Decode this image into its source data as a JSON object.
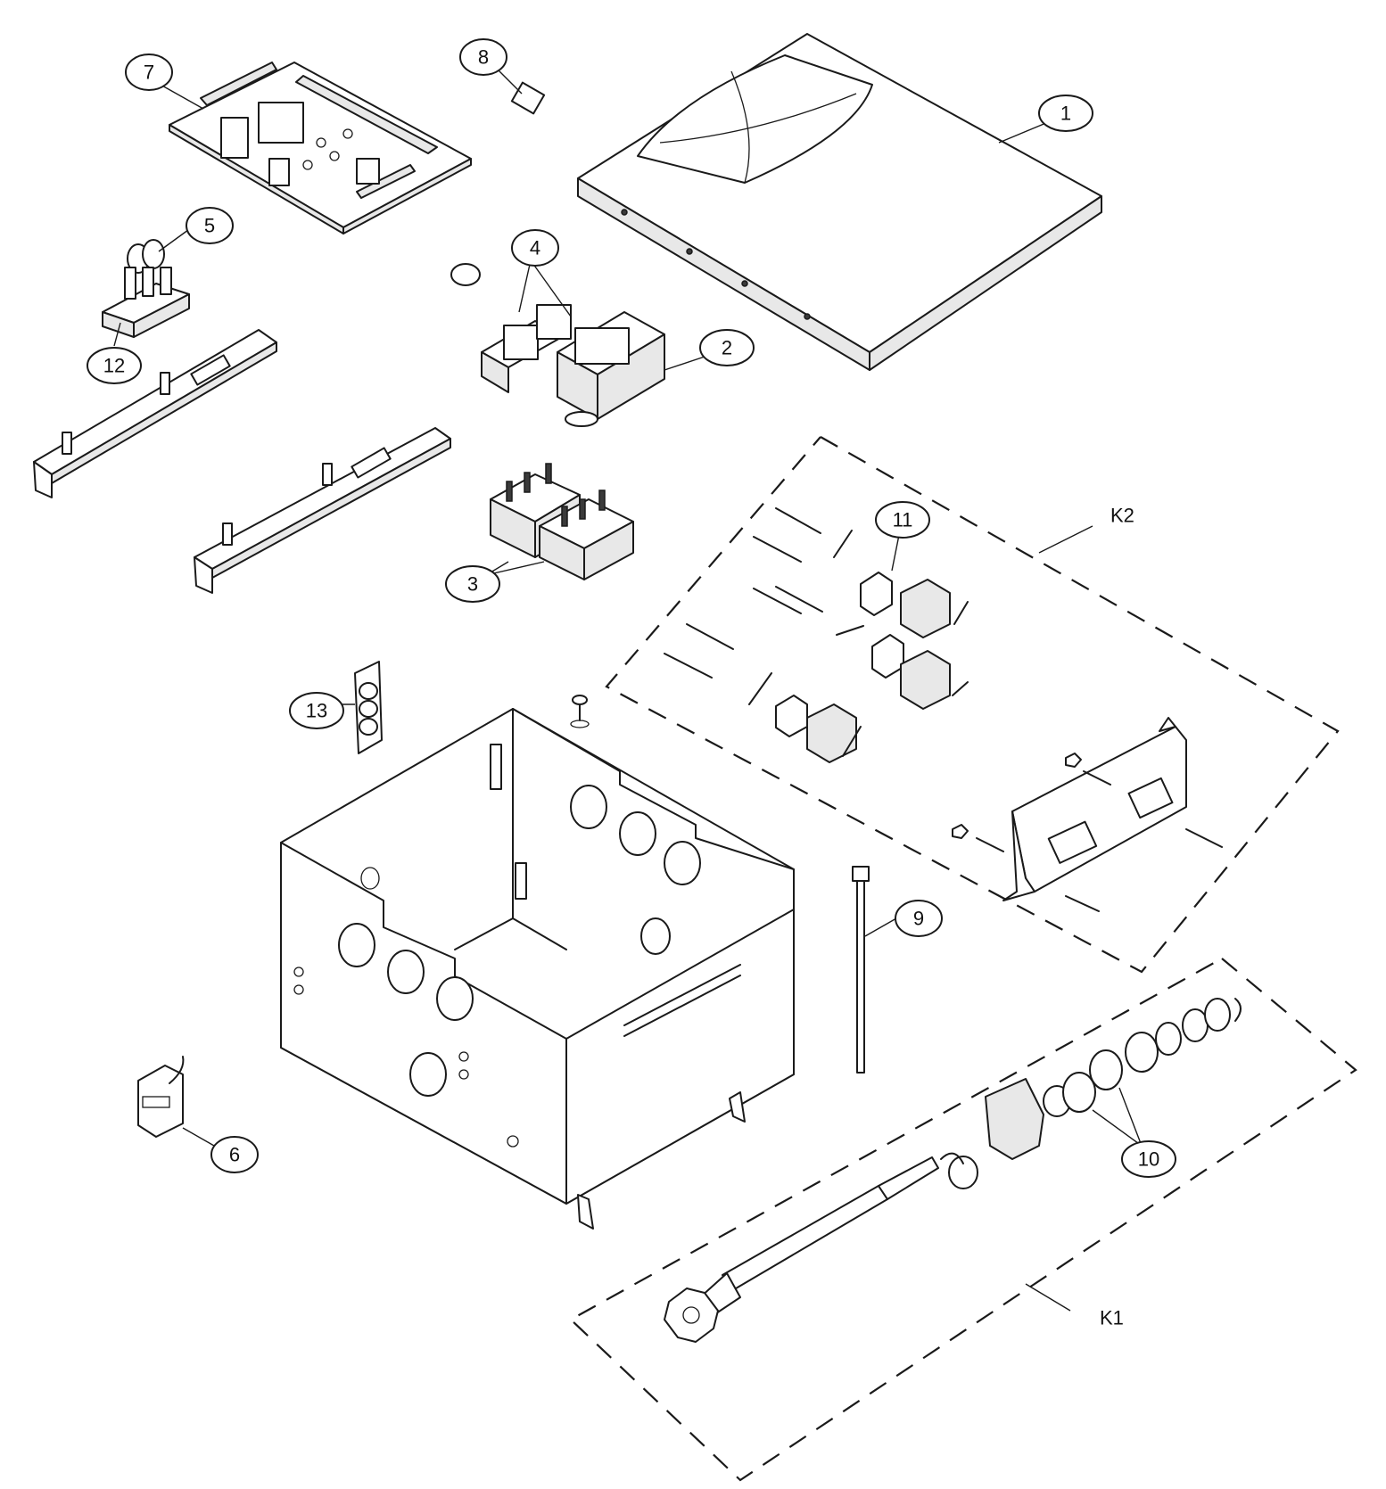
{
  "callouts": [
    {
      "id": "1",
      "label": "1"
    },
    {
      "id": "2",
      "label": "2"
    },
    {
      "id": "3",
      "label": "3"
    },
    {
      "id": "4",
      "label": "4"
    },
    {
      "id": "5",
      "label": "5"
    },
    {
      "id": "6",
      "label": "6"
    },
    {
      "id": "7",
      "label": "7"
    },
    {
      "id": "8",
      "label": "8"
    },
    {
      "id": "9",
      "label": "9"
    },
    {
      "id": "10",
      "label": "10"
    },
    {
      "id": "11",
      "label": "11"
    },
    {
      "id": "12",
      "label": "12"
    },
    {
      "id": "13",
      "label": "13"
    }
  ],
  "kits": [
    {
      "id": "K1",
      "label": "K1"
    },
    {
      "id": "K2",
      "label": "K2"
    }
  ]
}
